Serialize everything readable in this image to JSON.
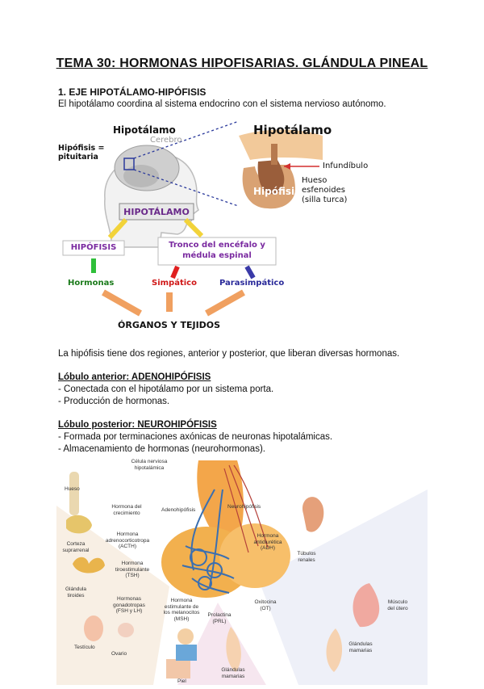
{
  "title": "TEMA 30: HORMONAS HIPOFISARIAS. GLÁNDULA PINEAL",
  "section1": {
    "heading": "1. EJE HIPOTÁLAMO-HIPÓFISIS",
    "intro": "El hipotálamo coordina al sistema endocrino con el sistema nervioso autónomo."
  },
  "figure1": {
    "hipofisis_pituitaria": "Hipófisis = pituitaria",
    "hipotalamo_small": "Hipotálamo",
    "cerebro": "Cerebro",
    "hipotalamo_big": "Hipotálamo",
    "infundibulo": "Infundíbulo",
    "hipofisis_inset": "Hipófisis",
    "hueso": "Hueso esfenoides (silla turca)",
    "hipotalamo_box": "HIPOTÁLAMO",
    "hipofisis_box": "HIPÓFISIS",
    "tronco_box": "Tronco del encéfalo y médula espinal",
    "hormonas": "Hormonas",
    "simpatico": "Simpático",
    "parasimpatico": "Parasimpático",
    "organos": "ÓRGANOS Y TEJIDOS"
  },
  "para2": "La hipófisis tiene dos regiones, anterior y posterior, que liberan diversas hormonas.",
  "anterior": {
    "heading": "Lóbulo anterior: ADENOHIPÓFISIS",
    "items": [
      "- Conectada con el hipotálamo por un sistema porta.",
      "- Producción de hormonas."
    ]
  },
  "posterior": {
    "heading": "Lóbulo posterior: NEUROHIPÓFISIS",
    "items": [
      "- Formada por terminaciones axónicas de neuronas hipotalámicas.",
      "- Almacenamiento de hormonas (neurohormonas)."
    ]
  },
  "figure2": {
    "celula": "Célula nerviosa hipotalámica",
    "hueso": "Hueso",
    "gh": "Hormona del crecimiento",
    "adenohipofisis": "Adenohipófisis",
    "neurohipofisis": "Neurohipófisis",
    "acth": "Hormona adrenocorticotropa (ACTH)",
    "corteza": "Corteza suprarrenal",
    "adh": "Hormona antidiurética (ADH)",
    "tubulos": "Túbulos renales",
    "tsh": "Hormona tiroestimulante (TSH)",
    "tiroides": "Glándula tiroides",
    "gonad": "Hormonas gonadotropas (FSH y LH)",
    "msh": "Hormona estimulante de los melanocitos (MSH)",
    "prl": "Prolactina (PRL)",
    "ot": "Oxitocina (OT)",
    "musculo": "Músculo del útero",
    "testiculo": "Testículo",
    "ovario": "Ovario",
    "piel": "Piel",
    "glandulas1": "Glándulas mamarias",
    "glandulas2": "Glándulas mamarias"
  }
}
